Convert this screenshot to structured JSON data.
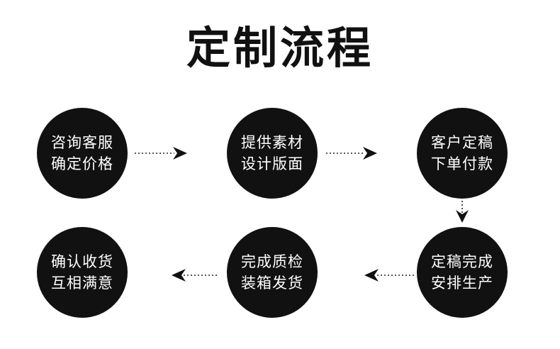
{
  "title": "定制流程",
  "steps": [
    {
      "line1": "咨询客服",
      "line2": "确定价格"
    },
    {
      "line1": "提供素材",
      "line2": "设计版面"
    },
    {
      "line1": "客户定稿",
      "line2": "下单付款"
    },
    {
      "line1": "定稿完成",
      "line2": "安排生产"
    },
    {
      "line1": "完成质检",
      "line2": "装箱发货"
    },
    {
      "line1": "确认收货",
      "line2": "互相满意"
    }
  ],
  "colors": {
    "circle": "#111111",
    "circle_text": "#ffffff",
    "title": "#111111",
    "connector": "#222222"
  },
  "icons": {
    "arrow": "dotted-arrow-icon"
  }
}
